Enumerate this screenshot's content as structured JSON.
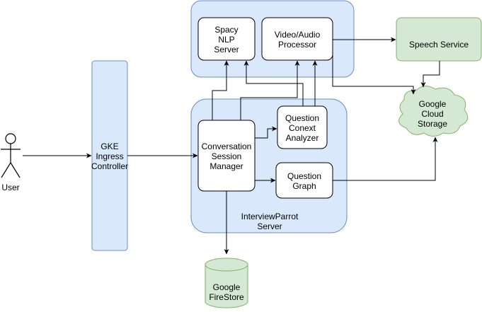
{
  "nodes": {
    "user": "User",
    "gke": [
      "GKE",
      "Ingress",
      "Controller"
    ],
    "spacy": [
      "Spacy",
      "NLP",
      "Server"
    ],
    "video": [
      "Video/Audio",
      "Processor"
    ],
    "speech": "Speech Service",
    "storage": [
      "Google",
      "Cloud",
      "Storage"
    ],
    "question_context": [
      "Question",
      "Conext",
      "Analyzer"
    ],
    "conversation": [
      "Conversation",
      "Session",
      "Manager"
    ],
    "question_graph": [
      "Question",
      "Graph"
    ],
    "interviewparrot": [
      "InterviewParrot",
      "Server"
    ],
    "firestore": [
      "Google",
      "FireStore"
    ]
  },
  "colors": {
    "blue_fill": "#dae8fc",
    "blue_stroke": "#6c8ebf",
    "green_fill": "#d5e8d4",
    "green_stroke": "#82b366",
    "line": "#000000"
  }
}
